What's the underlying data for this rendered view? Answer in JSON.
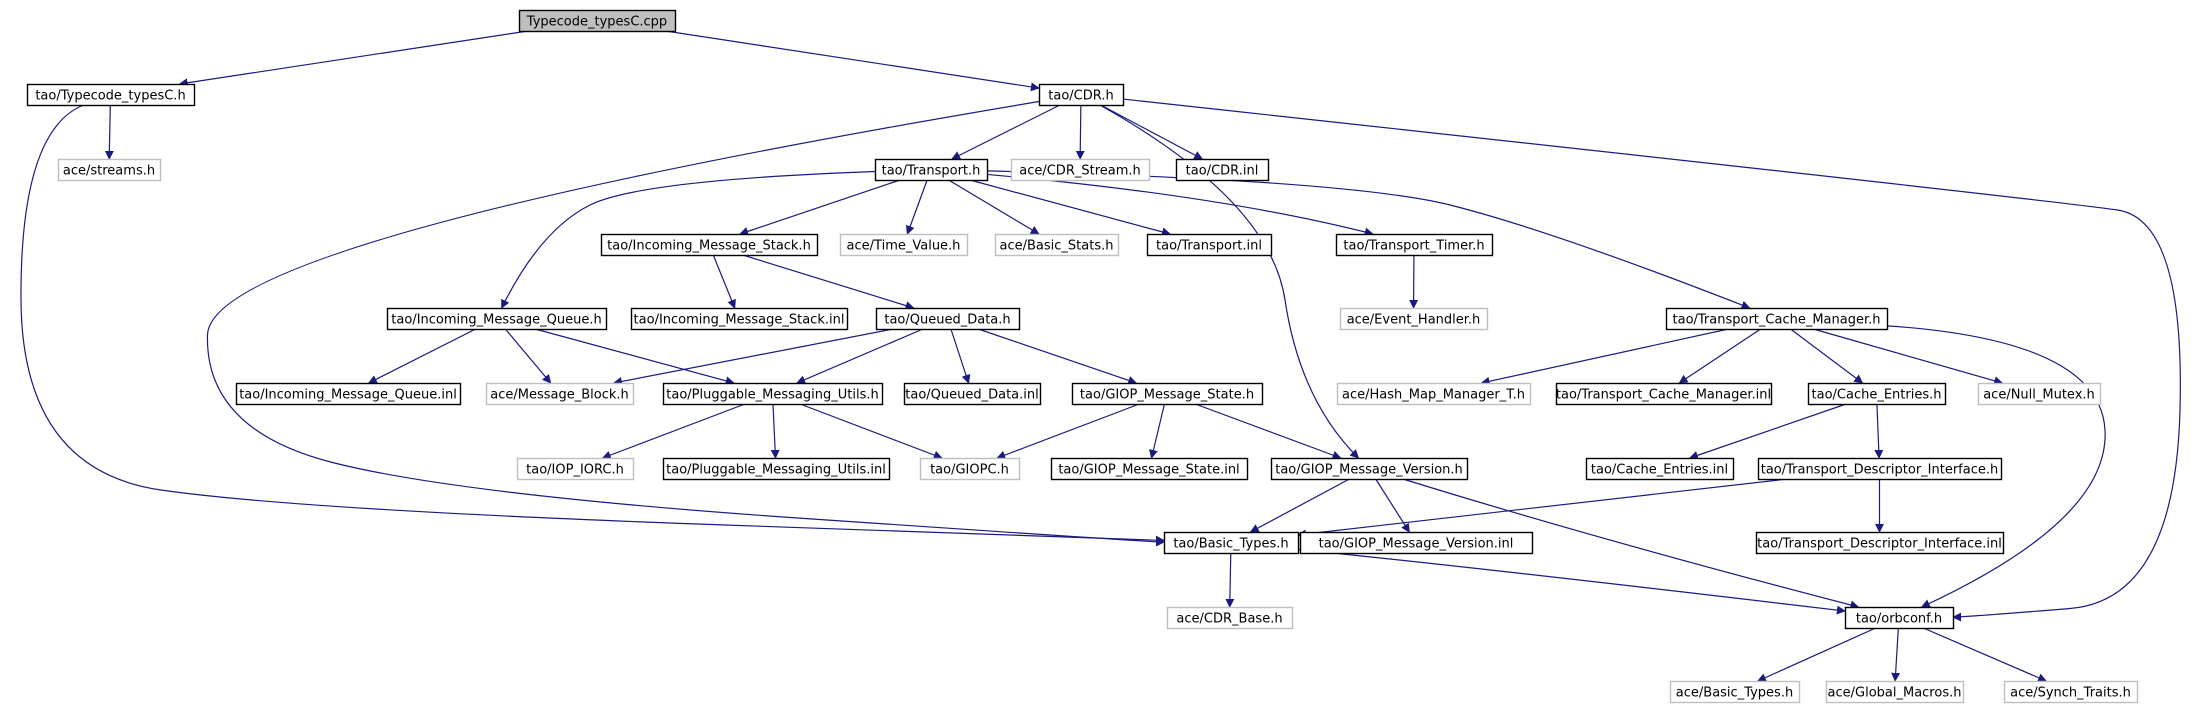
{
  "graph": {
    "title": "",
    "colors": {
      "edge": "#1a1a80",
      "node_border": "#000000",
      "external_border": "#bfbfbf",
      "root_fill": "#bfbfbf",
      "fill": "#ffffff"
    },
    "nodes": [
      {
        "id": "n_root",
        "label": "Typecode_typesC.cpp",
        "kind": "root"
      },
      {
        "id": "n_tch",
        "label": "tao/Typecode_typesC.h",
        "kind": "local"
      },
      {
        "id": "n_cdrh",
        "label": "tao/CDR.h",
        "kind": "local"
      },
      {
        "id": "n_streams",
        "label": "ace/streams.h",
        "kind": "external"
      },
      {
        "id": "n_transport",
        "label": "tao/Transport.h",
        "kind": "local"
      },
      {
        "id": "n_cdrstream",
        "label": "ace/CDR_Stream.h",
        "kind": "external"
      },
      {
        "id": "n_cdrinl",
        "label": "tao/CDR.inl",
        "kind": "local"
      },
      {
        "id": "n_ims",
        "label": "tao/Incoming_Message_Stack.h",
        "kind": "local"
      },
      {
        "id": "n_timevalue",
        "label": "ace/Time_Value.h",
        "kind": "external"
      },
      {
        "id": "n_basicstats",
        "label": "ace/Basic_Stats.h",
        "kind": "external"
      },
      {
        "id": "n_transportinl",
        "label": "tao/Transport.inl",
        "kind": "local"
      },
      {
        "id": "n_ttimer",
        "label": "tao/Transport_Timer.h",
        "kind": "local"
      },
      {
        "id": "n_imq",
        "label": "tao/Incoming_Message_Queue.h",
        "kind": "local"
      },
      {
        "id": "n_imsinl",
        "label": "tao/Incoming_Message_Stack.inl",
        "kind": "local"
      },
      {
        "id": "n_qd",
        "label": "tao/Queued_Data.h",
        "kind": "local"
      },
      {
        "id": "n_evh",
        "label": "ace/Event_Handler.h",
        "kind": "external"
      },
      {
        "id": "n_tcm",
        "label": "tao/Transport_Cache_Manager.h",
        "kind": "local"
      },
      {
        "id": "n_imqinl",
        "label": "tao/Incoming_Message_Queue.inl",
        "kind": "local"
      },
      {
        "id": "n_mb",
        "label": "ace/Message_Block.h",
        "kind": "external"
      },
      {
        "id": "n_pmu",
        "label": "tao/Pluggable_Messaging_Utils.h",
        "kind": "local"
      },
      {
        "id": "n_qdinl",
        "label": "tao/Queued_Data.inl",
        "kind": "local"
      },
      {
        "id": "n_gms",
        "label": "tao/GIOP_Message_State.h",
        "kind": "local"
      },
      {
        "id": "n_hmm",
        "label": "ace/Hash_Map_Manager_T.h",
        "kind": "external"
      },
      {
        "id": "n_tcminl",
        "label": "tao/Transport_Cache_Manager.inl",
        "kind": "local"
      },
      {
        "id": "n_ce",
        "label": "tao/Cache_Entries.h",
        "kind": "local"
      },
      {
        "id": "n_nullmutex",
        "label": "ace/Null_Mutex.h",
        "kind": "external"
      },
      {
        "id": "n_iop",
        "label": "tao/IOP_IORC.h",
        "kind": "external"
      },
      {
        "id": "n_pmuinl",
        "label": "tao/Pluggable_Messaging_Utils.inl",
        "kind": "local"
      },
      {
        "id": "n_giopc",
        "label": "tao/GIOPC.h",
        "kind": "external"
      },
      {
        "id": "n_gmsinl",
        "label": "tao/GIOP_Message_State.inl",
        "kind": "local"
      },
      {
        "id": "n_gmv",
        "label": "tao/GIOP_Message_Version.h",
        "kind": "local"
      },
      {
        "id": "n_ceinl",
        "label": "tao/Cache_Entries.inl",
        "kind": "local"
      },
      {
        "id": "n_tdi",
        "label": "tao/Transport_Descriptor_Interface.h",
        "kind": "local"
      },
      {
        "id": "n_bt",
        "label": "tao/Basic_Types.h",
        "kind": "local"
      },
      {
        "id": "n_gmvinl",
        "label": "tao/GIOP_Message_Version.inl",
        "kind": "local"
      },
      {
        "id": "n_tdiinl",
        "label": "tao/Transport_Descriptor_Interface.inl",
        "kind": "local"
      },
      {
        "id": "n_cdrbase",
        "label": "ace/CDR_Base.h",
        "kind": "external"
      },
      {
        "id": "n_orbconf",
        "label": "tao/orbconf.h",
        "kind": "local"
      },
      {
        "id": "n_acebt",
        "label": "ace/Basic_Types.h",
        "kind": "external"
      },
      {
        "id": "n_gm",
        "label": "ace/Global_Macros.h",
        "kind": "external"
      },
      {
        "id": "n_st",
        "label": "ace/Synch_Traits.h",
        "kind": "external"
      }
    ],
    "edges": [
      [
        "n_root",
        "n_tch"
      ],
      [
        "n_root",
        "n_cdrh"
      ],
      [
        "n_tch",
        "n_streams"
      ],
      [
        "n_tch",
        "n_bt"
      ],
      [
        "n_cdrh",
        "n_transport"
      ],
      [
        "n_cdrh",
        "n_cdrstream"
      ],
      [
        "n_cdrh",
        "n_cdrinl"
      ],
      [
        "n_cdrh",
        "n_gmv"
      ],
      [
        "n_cdrh",
        "n_bt"
      ],
      [
        "n_cdrh",
        "n_orbconf"
      ],
      [
        "n_transport",
        "n_ims"
      ],
      [
        "n_transport",
        "n_timevalue"
      ],
      [
        "n_transport",
        "n_basicstats"
      ],
      [
        "n_transport",
        "n_transportinl"
      ],
      [
        "n_transport",
        "n_ttimer"
      ],
      [
        "n_transport",
        "n_imq"
      ],
      [
        "n_transport",
        "n_tcm"
      ],
      [
        "n_ims",
        "n_imsinl"
      ],
      [
        "n_ims",
        "n_qd"
      ],
      [
        "n_ttimer",
        "n_evh"
      ],
      [
        "n_imq",
        "n_imqinl"
      ],
      [
        "n_imq",
        "n_mb"
      ],
      [
        "n_imq",
        "n_pmu"
      ],
      [
        "n_qd",
        "n_mb"
      ],
      [
        "n_qd",
        "n_pmu"
      ],
      [
        "n_qd",
        "n_qdinl"
      ],
      [
        "n_qd",
        "n_gms"
      ],
      [
        "n_tcm",
        "n_hmm"
      ],
      [
        "n_tcm",
        "n_tcminl"
      ],
      [
        "n_tcm",
        "n_ce"
      ],
      [
        "n_tcm",
        "n_nullmutex"
      ],
      [
        "n_tcm",
        "n_orbconf"
      ],
      [
        "n_pmu",
        "n_iop"
      ],
      [
        "n_pmu",
        "n_pmuinl"
      ],
      [
        "n_pmu",
        "n_giopc"
      ],
      [
        "n_gms",
        "n_giopc"
      ],
      [
        "n_gms",
        "n_gmsinl"
      ],
      [
        "n_gms",
        "n_gmv"
      ],
      [
        "n_ce",
        "n_ceinl"
      ],
      [
        "n_ce",
        "n_tdi"
      ],
      [
        "n_gmv",
        "n_bt"
      ],
      [
        "n_gmv",
        "n_gmvinl"
      ],
      [
        "n_gmv",
        "n_orbconf"
      ],
      [
        "n_tdi",
        "n_bt"
      ],
      [
        "n_tdi",
        "n_tdiinl"
      ],
      [
        "n_bt",
        "n_cdrbase"
      ],
      [
        "n_bt",
        "n_orbconf"
      ],
      [
        "n_orbconf",
        "n_acebt"
      ],
      [
        "n_orbconf",
        "n_gm"
      ],
      [
        "n_orbconf",
        "n_st"
      ]
    ]
  }
}
